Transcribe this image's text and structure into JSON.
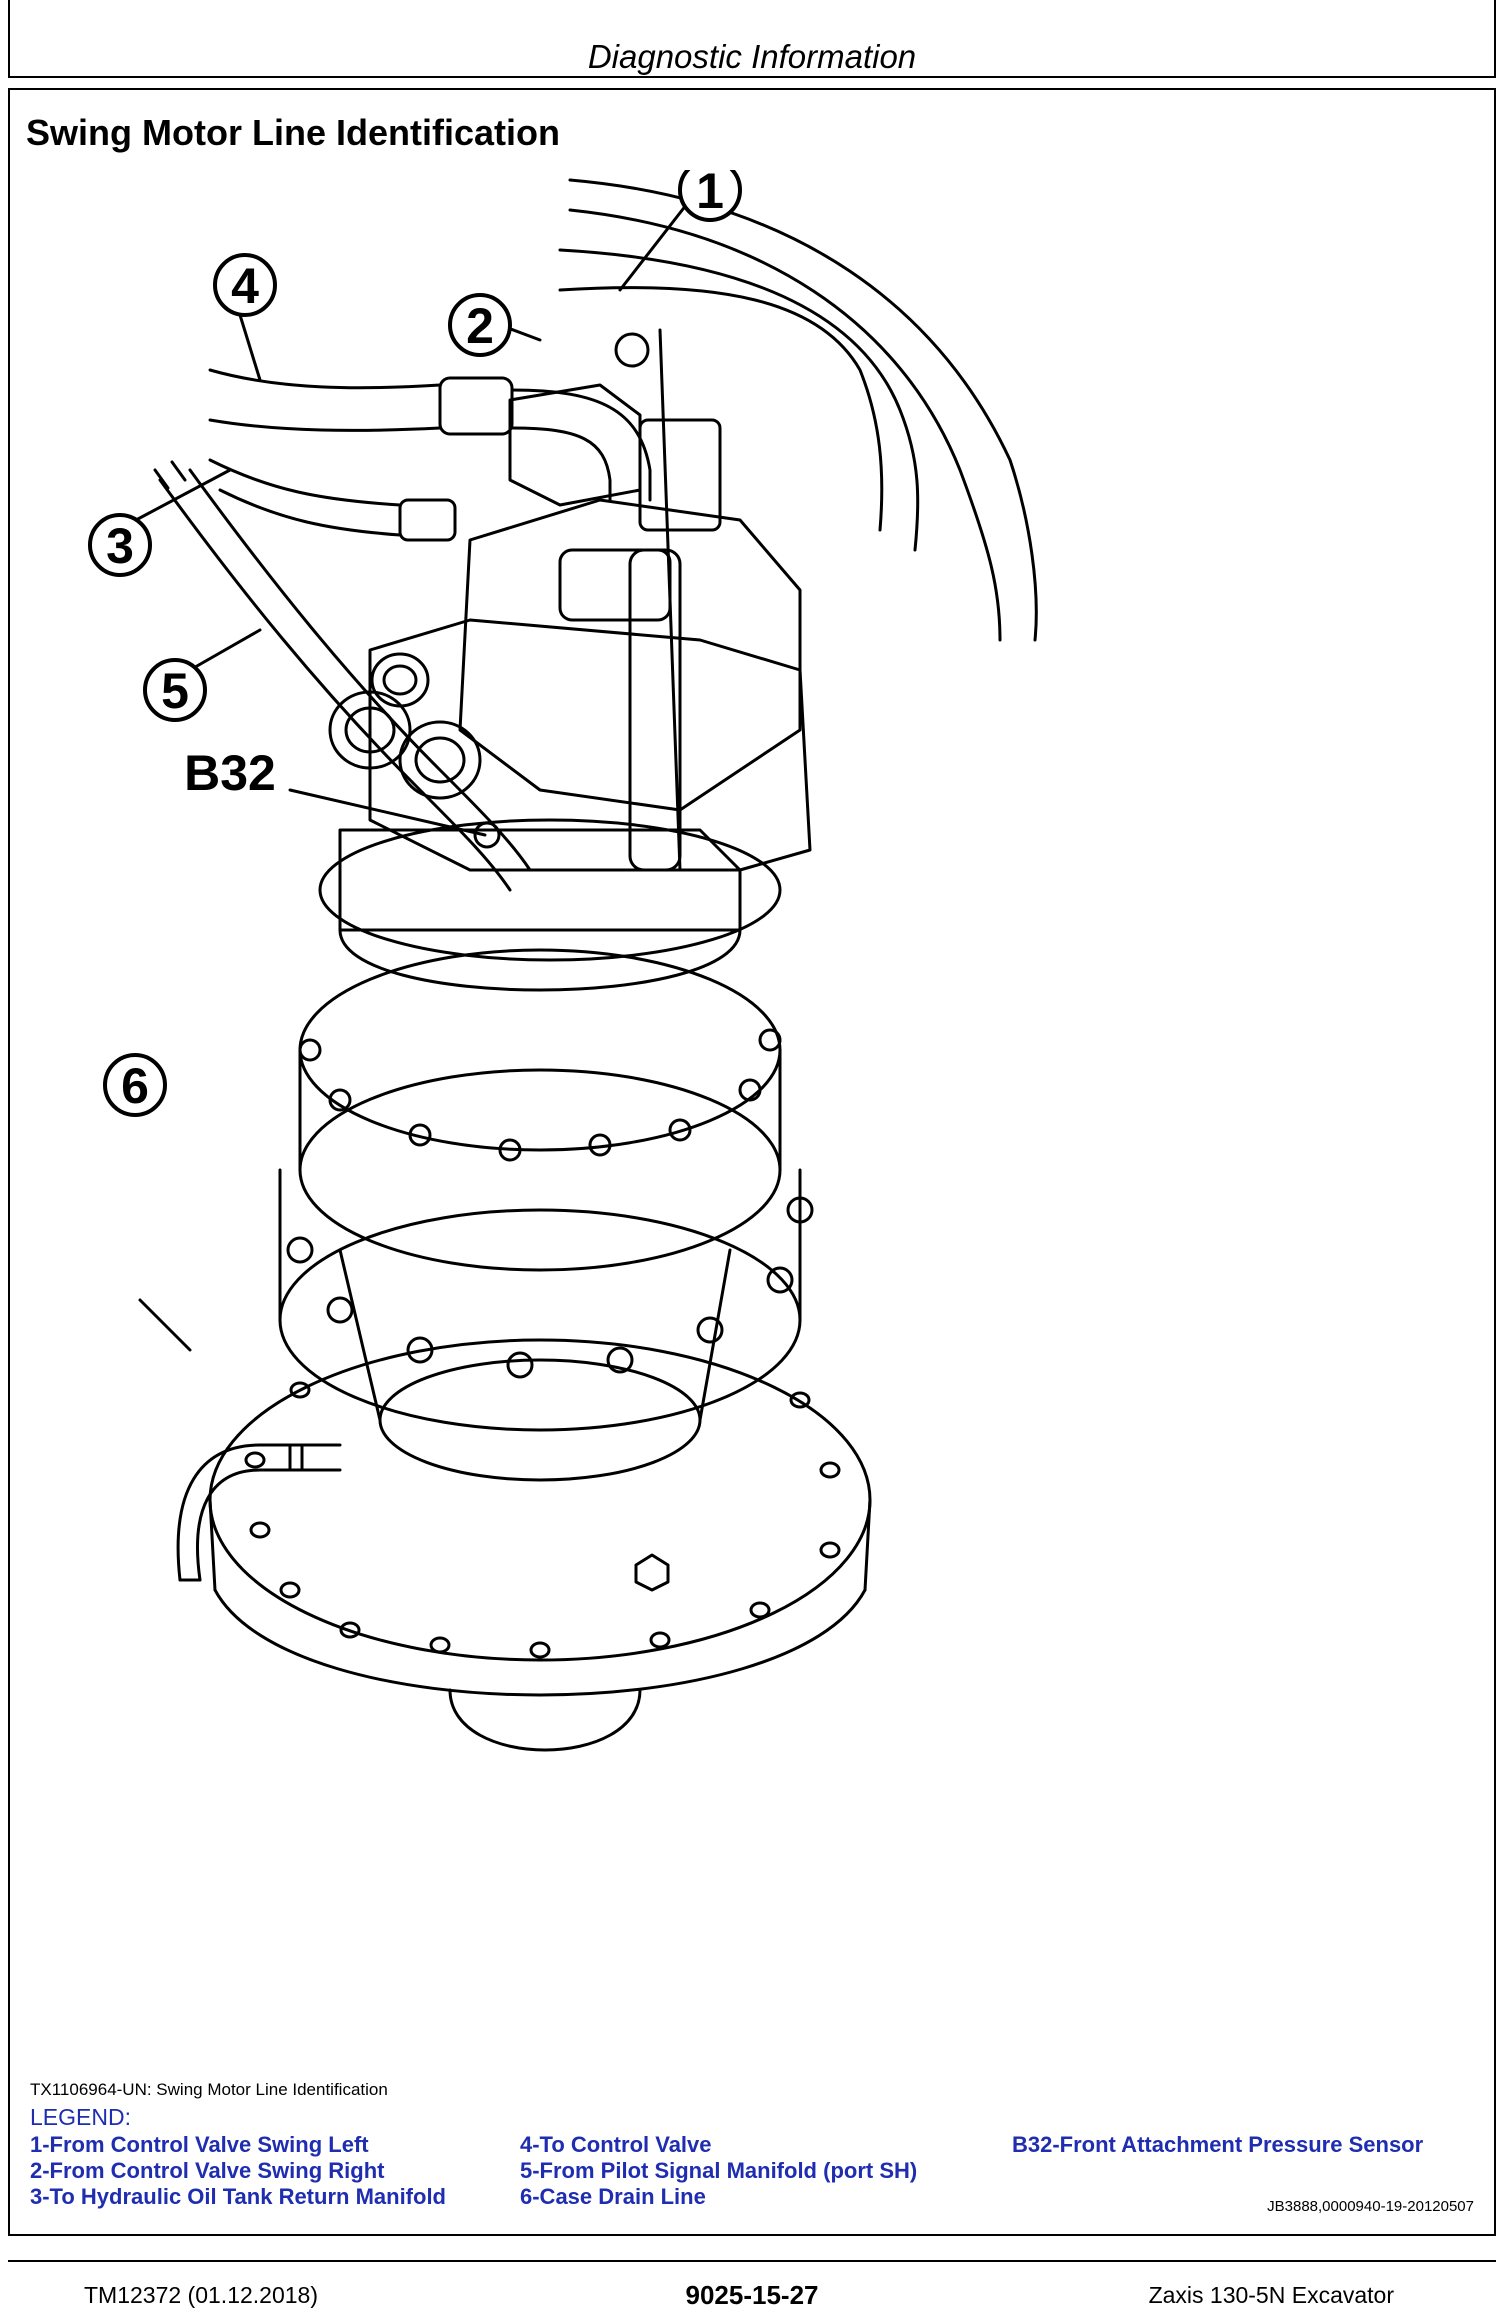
{
  "header": {
    "title": "Diagnostic Information"
  },
  "section": {
    "title": "Swing Motor Line Identification"
  },
  "figure": {
    "callouts": [
      "1",
      "2",
      "3",
      "4",
      "5",
      "6"
    ],
    "sensor_label": "B32"
  },
  "caption": "TX1106964-UN: Swing Motor Line Identification",
  "legend": {
    "title": "LEGEND:",
    "col1": [
      "1-From Control Valve Swing Left",
      "2-From Control Valve Swing Right",
      "3-To Hydraulic Oil Tank Return Manifold"
    ],
    "col2": [
      "4-To Control Valve",
      "5-From Pilot Signal Manifold (port SH)",
      "6-Case Drain Line"
    ],
    "col3": [
      "B32-Front Attachment Pressure Sensor"
    ]
  },
  "doc_id": "JB3888,0000940-19-20120507",
  "footer": {
    "left": "TM12372 (01.12.2018)",
    "center": "9025-15-27",
    "right": "Zaxis 130-5N Excavator"
  }
}
